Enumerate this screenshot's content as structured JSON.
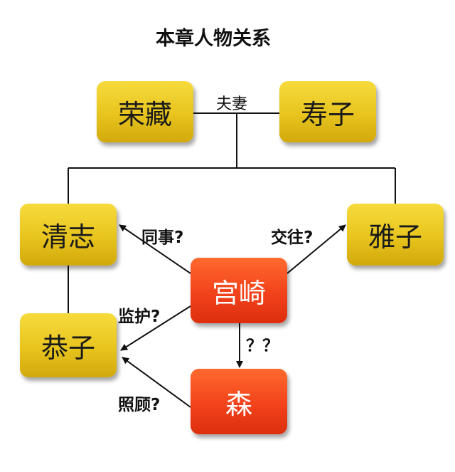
{
  "title": "本章人物关系",
  "nodes": {
    "rongzang": "荣藏",
    "shouzi": "寿子",
    "qingzhi": "清志",
    "yazi": "雅子",
    "miyazaki": "宫崎",
    "gongzi": "恭子",
    "sen": "森"
  },
  "relations": {
    "spouse": "夫妻",
    "colleague": "同事?",
    "dating": "交往?",
    "guardian": "监护?",
    "unknown": "？？",
    "caring": "照顾?"
  },
  "colors": {
    "yellow": "#e8c41e",
    "red": "#f2421b",
    "line": "#111111"
  }
}
